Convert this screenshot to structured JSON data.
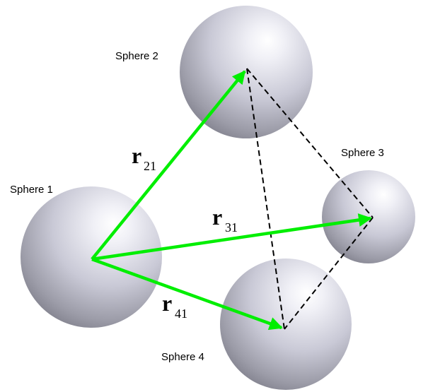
{
  "spheres": [
    {
      "label": "Sphere 1"
    },
    {
      "label": "Sphere 2"
    },
    {
      "label": "Sphere 3"
    },
    {
      "label": "Sphere 4"
    }
  ],
  "vectors": [
    {
      "symbol": "r",
      "subscript": "21"
    },
    {
      "symbol": "r",
      "subscript": "31"
    },
    {
      "symbol": "r",
      "subscript": "41"
    }
  ],
  "colors": {
    "arrow": "#00ee00",
    "dashed": "#000000",
    "sphere_light": "#ffffff",
    "sphere_mid": "#c9c9d6",
    "sphere_dark": "#80808c"
  }
}
